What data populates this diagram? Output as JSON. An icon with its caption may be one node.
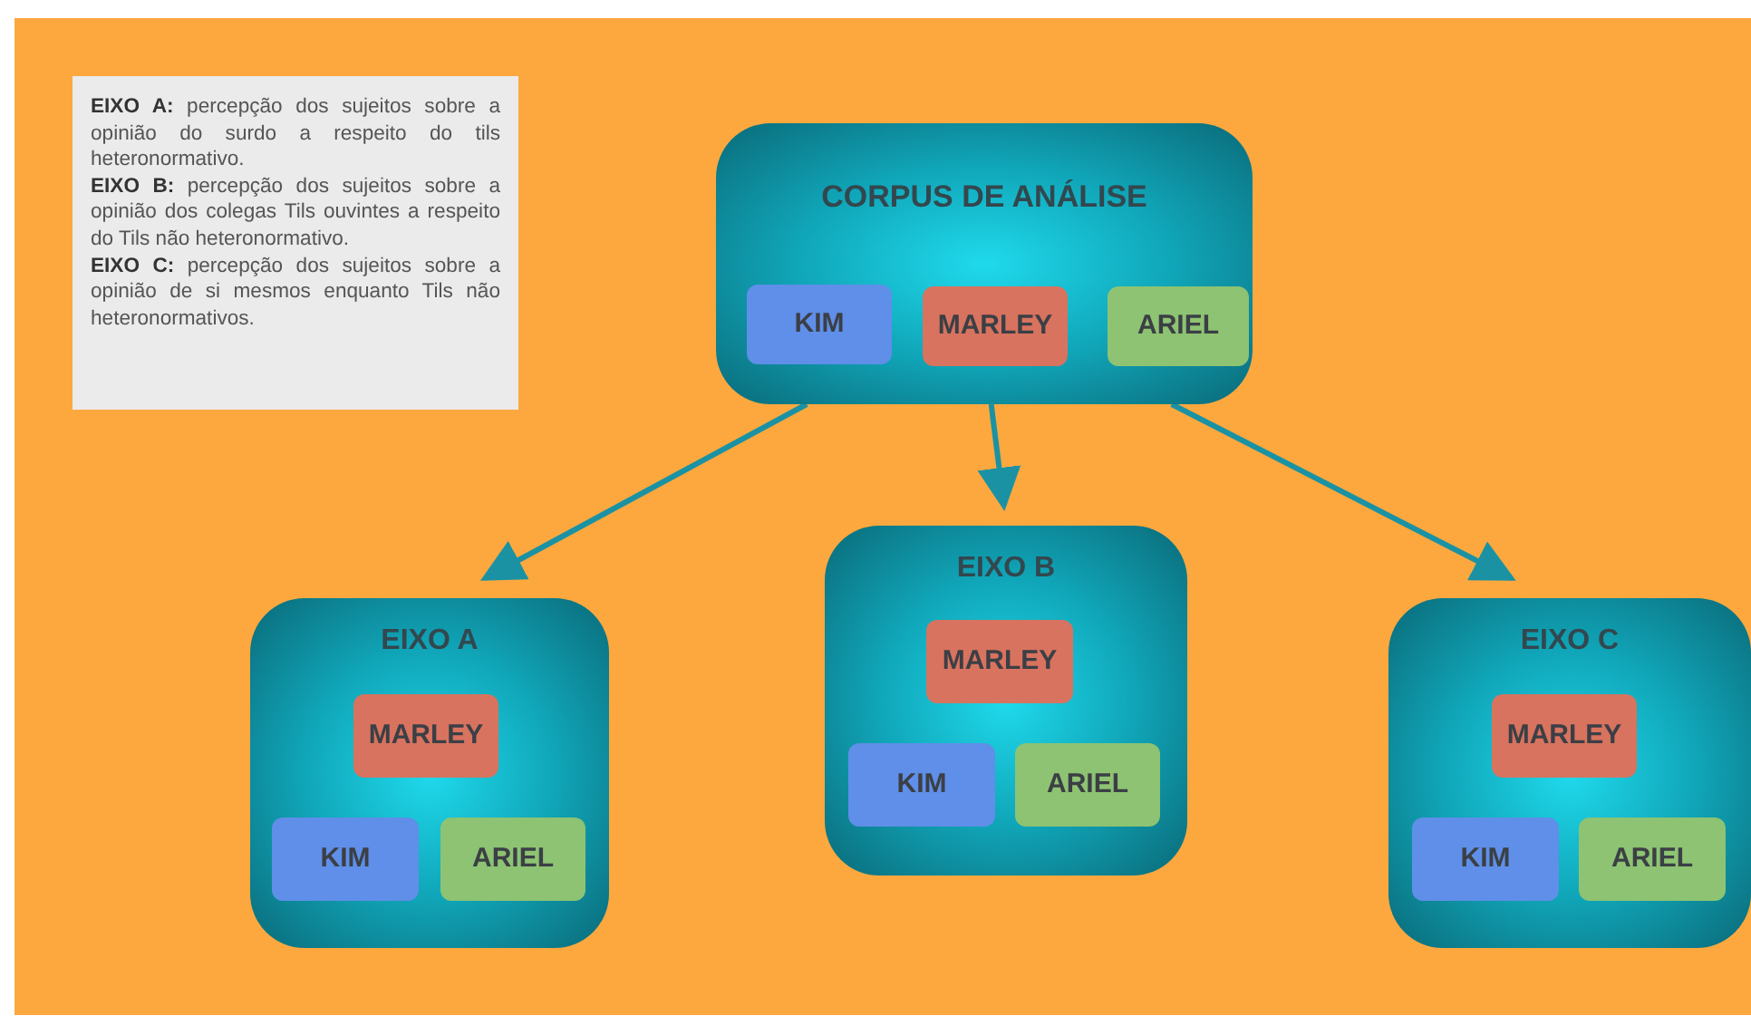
{
  "diagram": {
    "nodes": [
      {
        "text": [
          "**EIXO A:** percepção dos sujeitos sobre a opinião do surdo a respeito do tils heteronormativo.",
          "**EIXO B:** percepção dos sujeitos sobre a opinião dos colegas Tils ouvintes a respeito do Tils não heteronormativo.",
          "**EIXO C:** percepção dos sujeitos sobre a opinião de si mesmos enquanto Tils não heteronormativos."
        ]
      },
      {
        "text": [
          "CORPUS DE ANÁLISE"
        ]
      },
      {
        "text": [
          "KIM"
        ],
        "in": 1
      },
      {
        "text": [
          "MARLEY"
        ],
        "in": 1
      },
      {
        "text": [
          "ARIEL"
        ],
        "in": 1
      },
      {
        "text": [
          "EIXO A"
        ]
      },
      {
        "text": [
          "MARLEY"
        ],
        "in": 5
      },
      {
        "text": [
          "KIM"
        ],
        "in": 5
      },
      {
        "text": [
          "ARIEL"
        ],
        "in": 5
      },
      {
        "text": [
          "EIXO B"
        ]
      },
      {
        "text": [
          "MARLEY"
        ],
        "in": 9
      },
      {
        "text": [
          "KIM"
        ],
        "in": 9
      },
      {
        "text": [
          "ARIEL"
        ],
        "in": 9
      },
      {
        "text": [
          "EIXO C"
        ]
      },
      {
        "text": [
          "MARLEY"
        ],
        "in": 13
      },
      {
        "text": [
          "KIM"
        ],
        "in": 13
      },
      {
        "text": [
          "ARIEL"
        ],
        "in": 13
      }
    ],
    "edges": [
      {
        "from": 1,
        "to": 5,
        "arrow": "to"
      },
      {
        "from": 1,
        "to": 9,
        "arrow": "to"
      },
      {
        "from": 1,
        "to": 13,
        "arrow": "to"
      }
    ]
  }
}
